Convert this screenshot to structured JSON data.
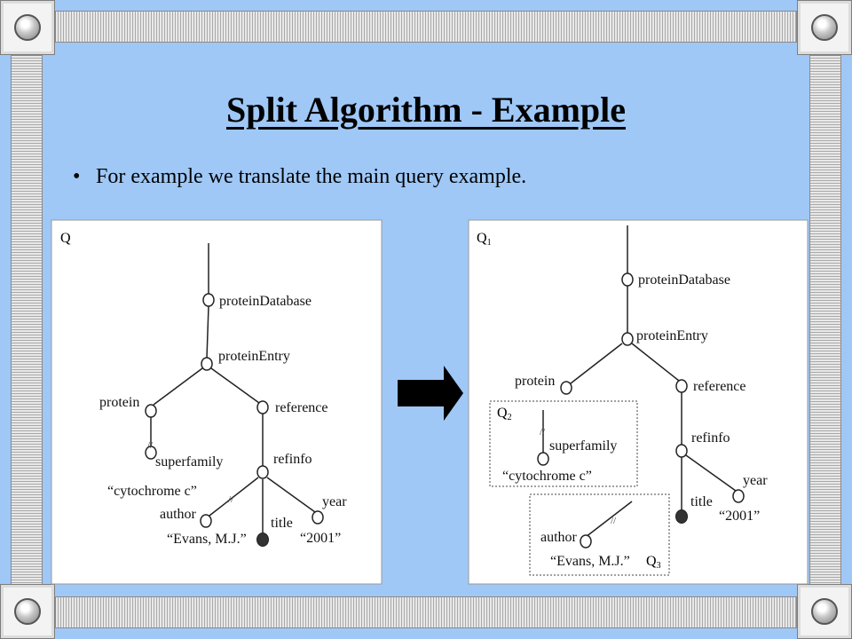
{
  "slide": {
    "title": "Split Algorithm - Example",
    "bullet": "For example we translate the main query example."
  },
  "colors": {
    "background": "#9fc8f7",
    "panel": "#ffffff",
    "arrow": "#000000"
  },
  "left_tree": {
    "label": "Q",
    "nodes": {
      "proteinDatabase": "proteinDatabase",
      "proteinEntry": "proteinEntry",
      "protein": "protein",
      "reference": "reference",
      "superfamily": "superfamily",
      "cytochrome": "“cytochrome c”",
      "refinfo": "refinfo",
      "author": "author",
      "title": "title",
      "year": "year",
      "evans": "“Evans, M.J.”",
      "y2001": "“2001”"
    },
    "edge_marker": "//"
  },
  "right_tree": {
    "label": "Q",
    "label_sub": "1",
    "nodes": {
      "proteinDatabase": "proteinDatabase",
      "proteinEntry": "proteinEntry",
      "protein": "protein",
      "reference": "reference",
      "refinfo": "refinfo",
      "title": "title",
      "year": "year",
      "y2001": "“2001”"
    },
    "q2": {
      "label": "Q",
      "label_sub": "2",
      "superfamily": "superfamily",
      "cytochrome": "“cytochrome c”"
    },
    "q3": {
      "label": "Q",
      "label_sub": "3",
      "author": "author",
      "evans": "“Evans, M.J.”"
    },
    "edge_marker": "//"
  },
  "transform_arrow_icon": "right-arrow-icon"
}
